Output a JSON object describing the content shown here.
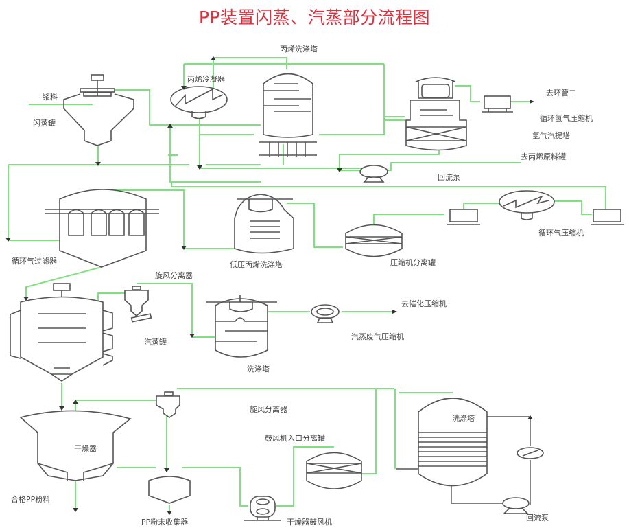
{
  "title": "PP装置闪蒸、汽蒸部分流程图",
  "colors": {
    "title": "#e0303e",
    "pipe": "#7fe07f",
    "equipment": "#555555"
  },
  "labels": {
    "slurry": "浆料",
    "flash_tank": "闪蒸罐",
    "propylene_condenser": "丙烯冷凝器",
    "propylene_wash_tower": "丙烯洗涤塔",
    "to_loop_2": "去环管二",
    "recycle_h2_compressor": "循环氢气压缩机",
    "h2_stripper": "氢气汽提塔",
    "to_propylene_feed_tank": "去丙烯原料罐",
    "reflux_pump_top": "回流泵",
    "recycle_gas_filter": "循环气过滤器",
    "low_pressure_wash_tower": "低压丙烯洗涤塔",
    "compressor_separator": "压缩机分离罐",
    "recycle_gas_compressor": "循环气压缩机",
    "cyclone_top": "旋风分离器",
    "steamer": "汽蒸罐",
    "scrubber_mid": "洗涤塔",
    "to_catalytic_compressor": "去催化压缩机",
    "steam_offgas_compressor": "汽蒸废气压缩机",
    "dryer": "干燥器",
    "qualified_pp_powder": "合格PP粉料",
    "pp_powder_collector": "PP粉末收集器",
    "cyclone_bottom": "旋风分离器",
    "blower_inlet_separator": "鼓风机入口分离罐",
    "dryer_blower": "干燥器鼓风机",
    "scrubber_bottom": "洗涤塔",
    "reflux_pump_bottom": "回流泵"
  }
}
